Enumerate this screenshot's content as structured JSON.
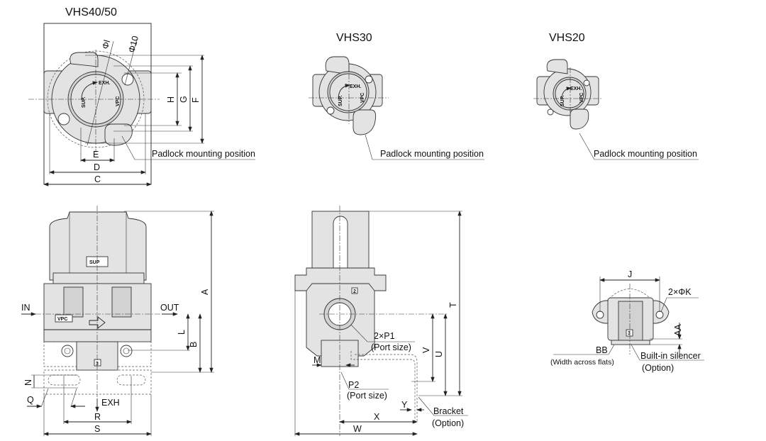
{
  "views": {
    "vhs4050_top": {
      "title": "VHS40/50",
      "dims": {
        "phi_l": "Φl",
        "phi_10": "Φ10",
        "H": "H",
        "G": "G",
        "F": "F",
        "E": "E",
        "D": "D",
        "C": "C"
      },
      "markings": {
        "exh": "EXH.",
        "sup": "SUP.",
        "vpc": "VPC"
      },
      "padlock_note": "Padlock mounting position"
    },
    "vhs30_top": {
      "title": "VHS30",
      "markings": {
        "exh": "EXH.",
        "sup": "SUP.",
        "vpc": "VPC"
      },
      "padlock_note": "Padlock mounting position"
    },
    "vhs20_top": {
      "title": "VHS20",
      "markings": {
        "exh": "EXH.",
        "sup": "SUP.",
        "vpc": "VPC"
      },
      "padlock_note": "Padlock mounting position"
    },
    "front": {
      "in": "IN",
      "out": "OUT",
      "exh": "EXH",
      "sup_plate": "SUP",
      "vpc_plate": "VPC",
      "port_3": "3",
      "dims": {
        "A": "A",
        "L": "L",
        "B": "B",
        "N": "N",
        "Q": "Q",
        "R": "R",
        "S": "S"
      }
    },
    "side": {
      "port_2": "2",
      "p1": "2×P1",
      "p1_note": "(Port size)",
      "p2": "P2",
      "p2_note": "(Port size)",
      "bracket": "Bracket",
      "bracket_note": "(Option)",
      "dims": {
        "T": "T",
        "V": "V",
        "U": "U",
        "M": "M",
        "X": "X",
        "Y": "Y",
        "W": "W"
      }
    },
    "bottom": {
      "port_3": "3",
      "dims": {
        "J": "J",
        "K": "2×ΦK",
        "AA": "AA",
        "BB": "BB"
      },
      "bb_note": "(Width across flats)",
      "silencer": "Built-in silencer",
      "silencer_note": "(Option)"
    }
  }
}
